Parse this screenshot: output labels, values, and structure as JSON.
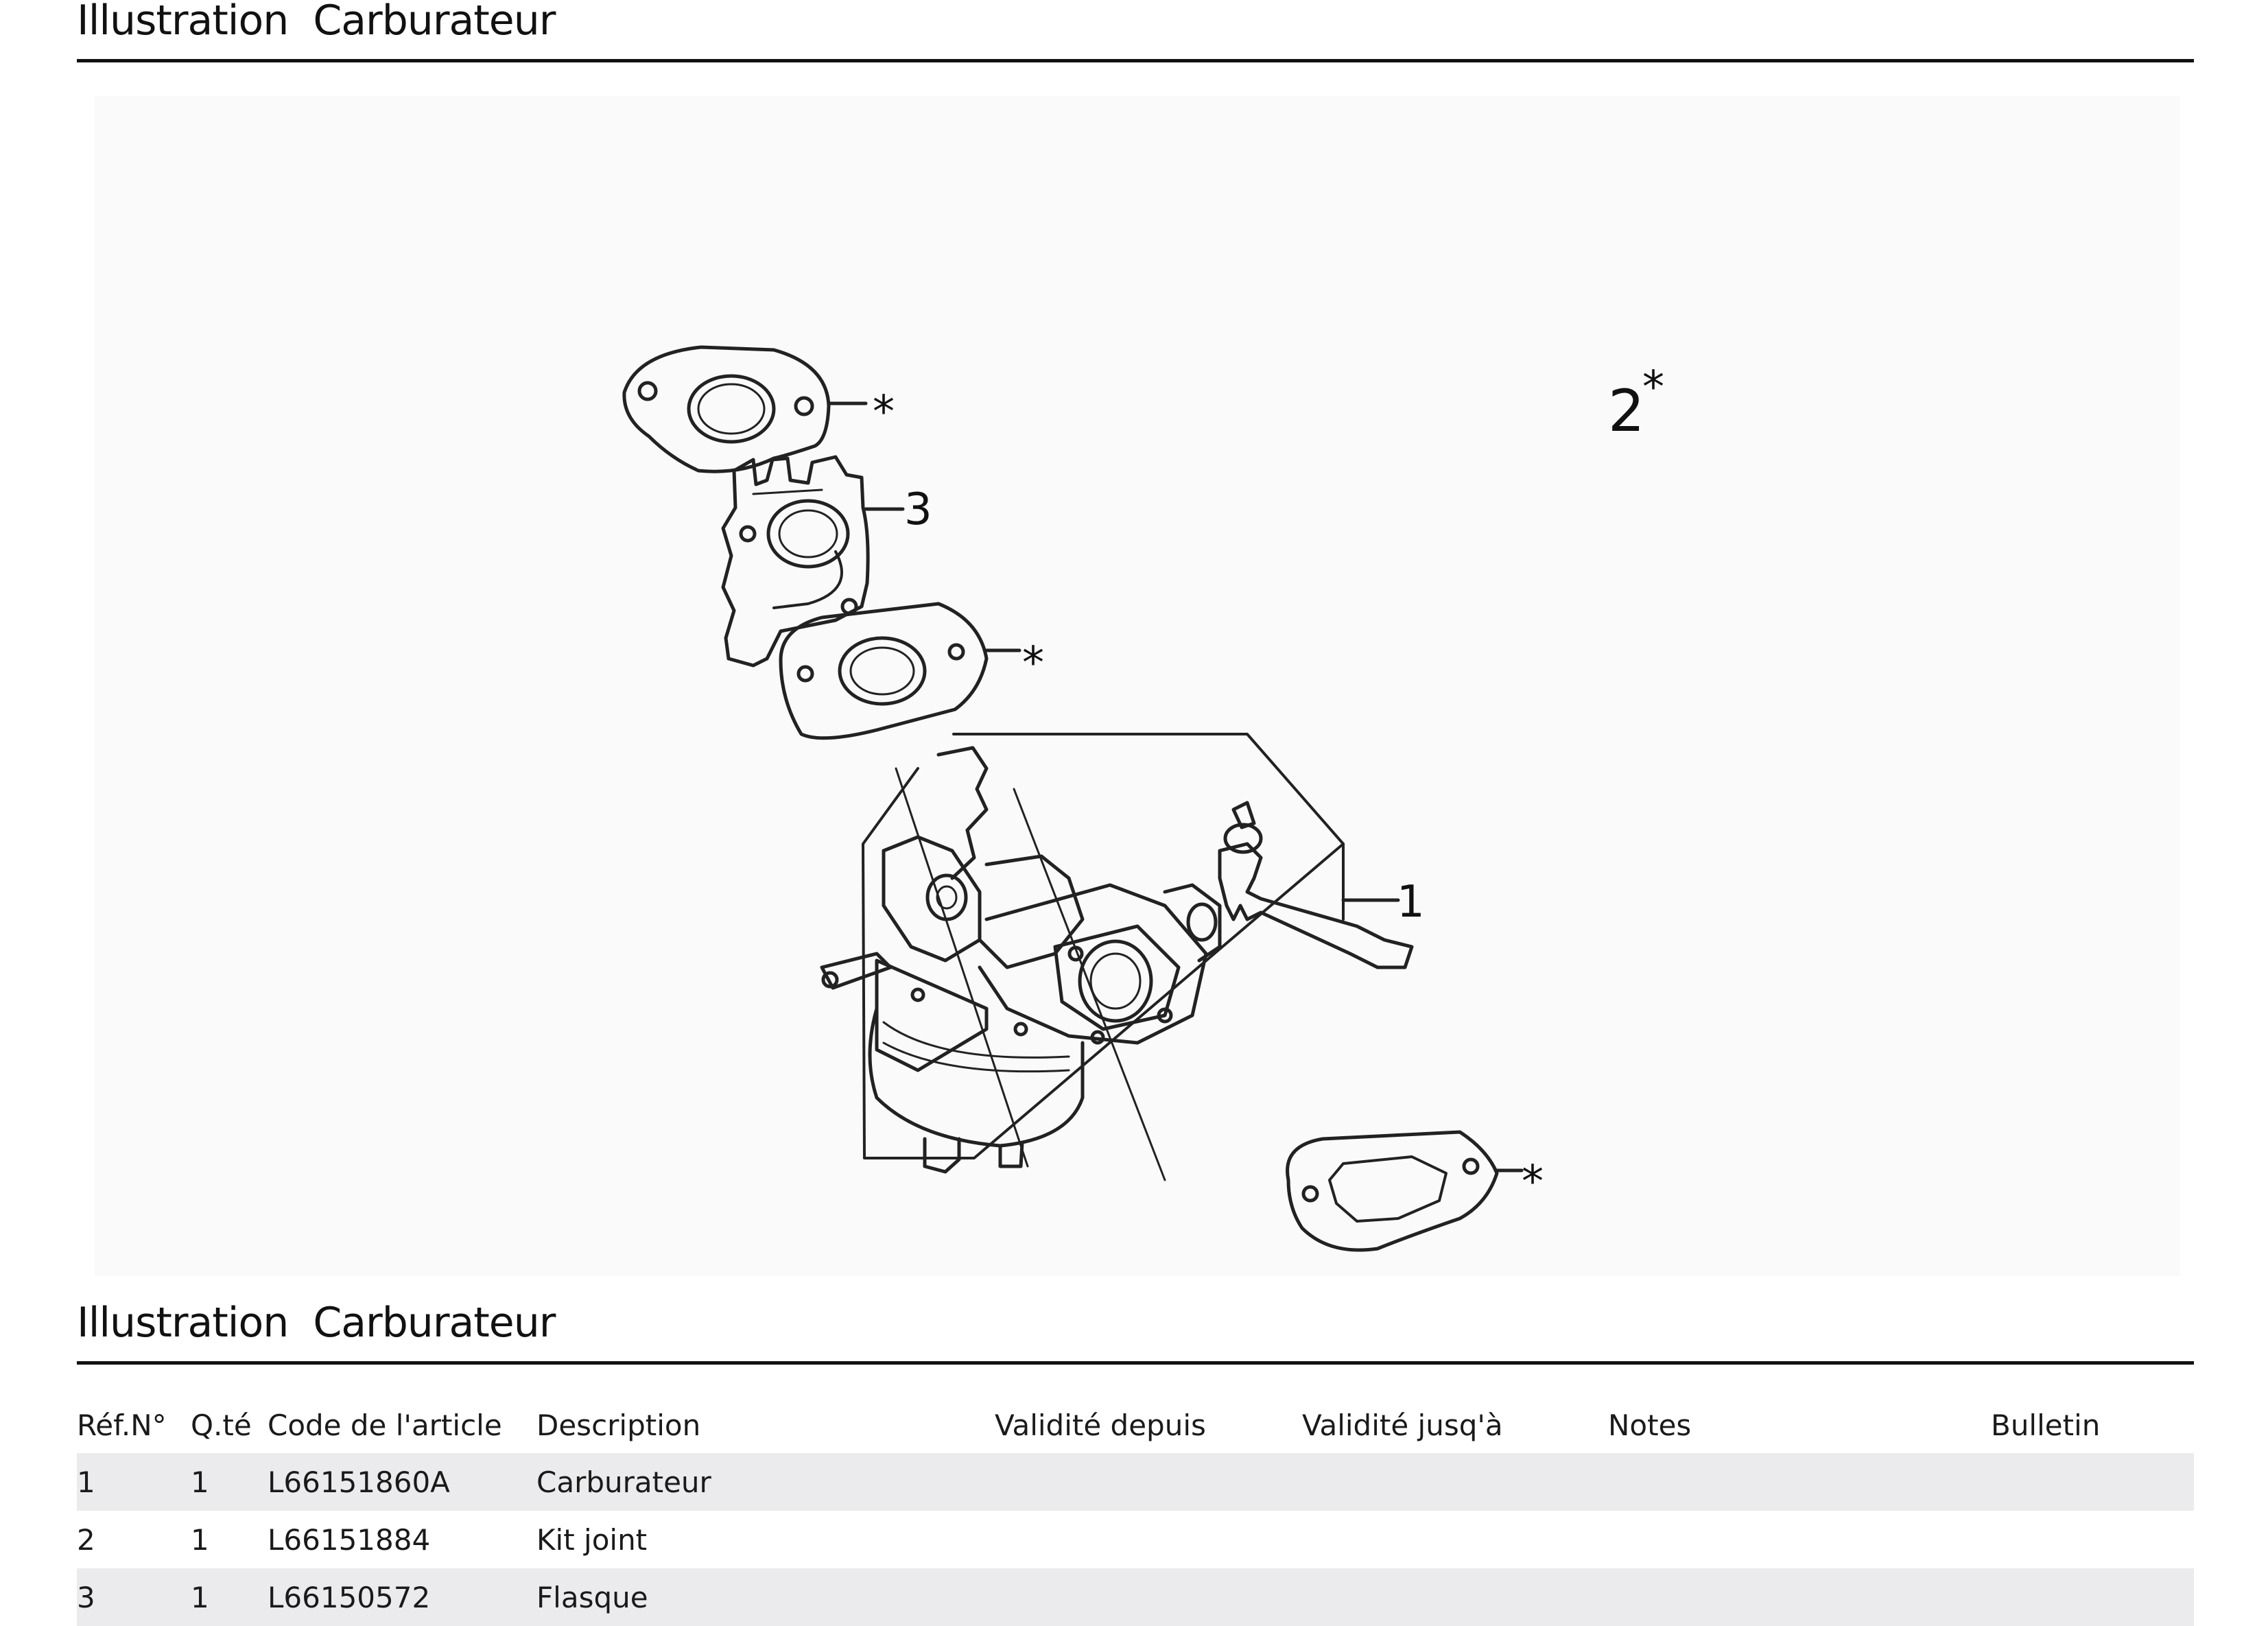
{
  "page": {
    "section_label": "Illustration",
    "section_name": "Carburateur"
  },
  "illustration": {
    "callouts": {
      "gasket_top": "*",
      "flange": "3",
      "gasket_middle": "*",
      "kit": "2",
      "kit_mark": "*",
      "carburetor": "1",
      "gasket_bottom": "*"
    },
    "line_color": "#222222"
  },
  "table": {
    "headers": {
      "ref": "Réf.N°",
      "qty": "Q.té",
      "code": "Code de l'article",
      "description": "Description",
      "valid_from": "Validité depuis",
      "valid_to": "Validité jusq'à",
      "notes": "Notes",
      "bulletin": "Bulletin"
    },
    "rows": [
      {
        "ref": "1",
        "qty": "1",
        "code": "L66151860A",
        "description": "Carburateur",
        "valid_from": "",
        "valid_to": "",
        "notes": "",
        "bulletin": ""
      },
      {
        "ref": "2",
        "qty": "1",
        "code": "L66151884",
        "description": "Kit joint",
        "valid_from": "",
        "valid_to": "",
        "notes": "",
        "bulletin": ""
      },
      {
        "ref": "3",
        "qty": "1",
        "code": "L66150572",
        "description": "Flasque",
        "valid_from": "",
        "valid_to": "",
        "notes": "",
        "bulletin": ""
      }
    ],
    "row_shade_color": "#ebebed"
  }
}
